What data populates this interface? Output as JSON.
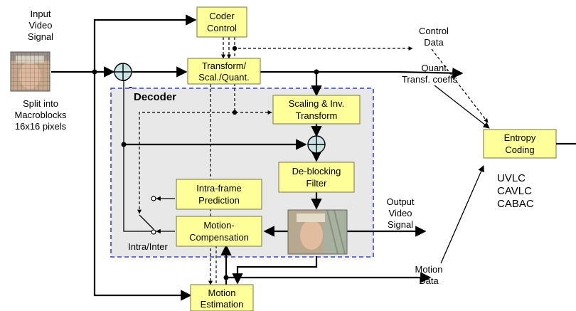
{
  "input": {
    "line1": "Input",
    "line2": "Video",
    "line3": "Signal"
  },
  "split": {
    "line1": "Split into",
    "line2": "Macroblocks",
    "line3": "16x16 pixels"
  },
  "decoder_label": "Decoder",
  "boxes": {
    "coder_control": [
      "Coder",
      "Control"
    ],
    "transform": [
      "Transform/",
      "Scal./Quant."
    ],
    "scaling": [
      "Scaling & Inv.",
      "Transform"
    ],
    "entropy": [
      "Entropy",
      "Coding"
    ],
    "deblocking": [
      "De-blocking",
      "Filter"
    ],
    "intra_pred": [
      "Intra-frame",
      "Prediction"
    ],
    "motion_comp": [
      "Motion-",
      "Compensation"
    ],
    "motion_est": [
      "Motion",
      "Estimation"
    ]
  },
  "labels": {
    "control_data": [
      "Control",
      "Data"
    ],
    "quant": [
      "Quant.",
      "Transf. coeffs"
    ],
    "output": [
      "Output",
      "Video",
      "Signal"
    ],
    "motion_data": [
      "Motion",
      "Data"
    ],
    "intra_inter": "Intra/Inter",
    "minus1": "-",
    "minus2": "-"
  },
  "codes": [
    "UVLC",
    "CAVLC",
    "CABAC"
  ],
  "colors": {
    "box_fill": "#ffff99",
    "decoder_bg": "#e8e8e8",
    "decoder_border": "#3344cc",
    "sum_fill": "#cce4e4"
  },
  "icons": [
    "face-photo-grid",
    "face-photo-output",
    "summing-junction"
  ]
}
